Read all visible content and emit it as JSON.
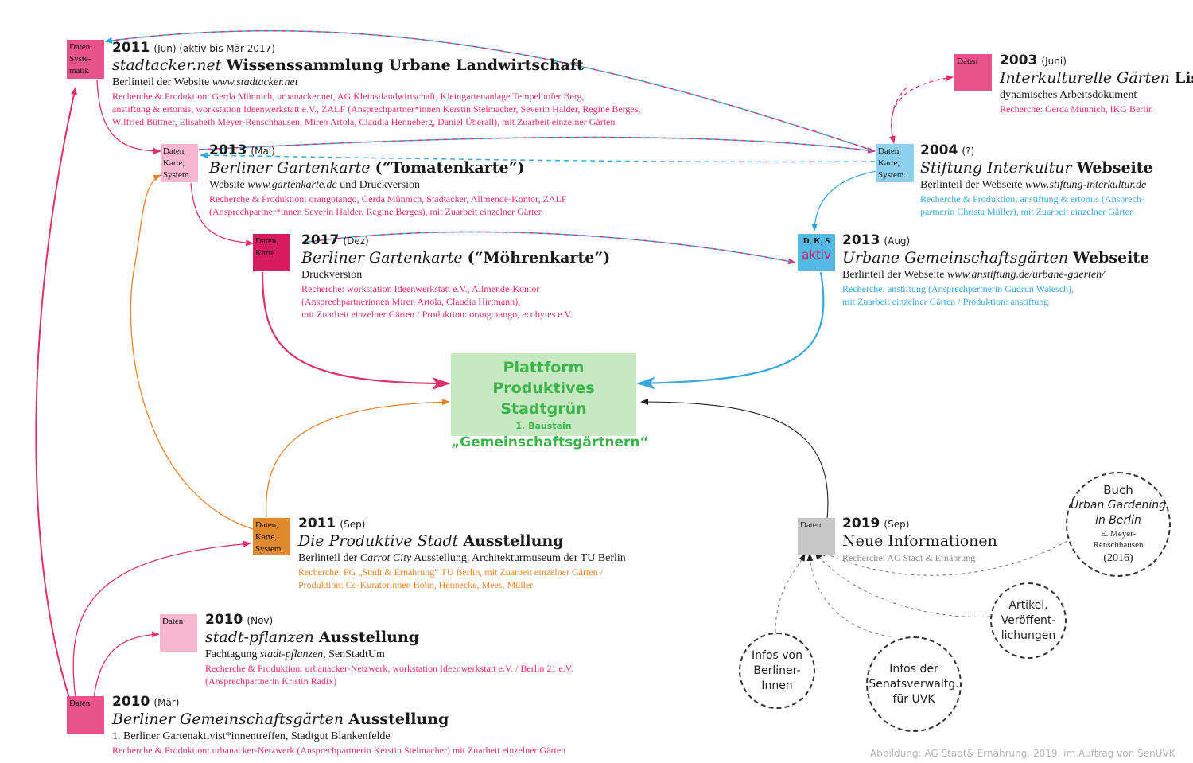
{
  "colors": {
    "pink": "#e0306e",
    "light_pink": "#f5b8cf",
    "crimson": "#d81b5c",
    "blue": "#55b9e5",
    "orange": "#e08a2e",
    "grey": "#c8c8c8",
    "green_box": "#c7e8c3",
    "green_text": "#3bb54a"
  },
  "platform": {
    "line1": "Plattform",
    "line2": "Produktives Stadtgrün",
    "line3": "1. Baustein",
    "line4": "„Gemeinschaftsgärtnern“"
  },
  "entries": {
    "stadtacker": {
      "box_l1": "Daten,",
      "box_l2": "Syste-",
      "box_l3": "matik",
      "year": "2011",
      "meta": "(Jun) (aktiv bis Mär 2017)",
      "title_it": "stadtacker.net",
      "title_bd": "Wissenssammlung Urbane Landwirtschaft",
      "desc": "Berlinteil der Website",
      "desc_it": "www.stadtacker.net",
      "credit1": "Recherche & Produktion: Gerda Münnich, urbanacker.net, AG Kleinstlandwirtschaft, Kleingartenanlage Tempelhofer Berg,",
      "credit2": "anstiftung & ertomis, workstation Ideenwerkstatt e.V., ZALF (Ansprechpartner*innen Kerstin Stelmacher, Severin Halder, Regine Berges,",
      "credit3": "Wilfried Büttner, Elisabeth Meyer-Renschhausen, Miren Artola, Claudia Henneberg, Daniel Überall), mit Zuarbeit einzelner Gärten"
    },
    "tomatenkarte": {
      "box_l1": "Daten,",
      "box_l2": "Karte,",
      "box_l3": "System.",
      "year": "2013",
      "meta": "(Mai)",
      "title_it": "Berliner Gartenkarte",
      "title_bd": "(“Tomatenkarte“)",
      "desc": "Website",
      "desc_it": "www.gartenkarte.de",
      "desc2": "und Druckversion",
      "credit1": "Recherche & Produktion: orangotango, Gerda Münnich, Stadtacker, Allmende-Kontor, ZALF",
      "credit2": "(Ansprechpartner*innen Severin Halder, Regine Berges), mit Zuarbeit einzelner Gärten"
    },
    "moehrenkarte": {
      "box_l1": "Daten,",
      "box_l2": "Karte",
      "year": "2017",
      "meta": "(Dez)",
      "title_it": "Berliner Gartenkarte",
      "title_bd": "(“Möhrenkarte“)",
      "desc": "Druckversion",
      "credit1": "Recherche: workstation Ideenwerkstatt e.V., Allmende-Kontor",
      "credit2": "(Ansprechpartnerinnen Miren Artola, Claudia Hirtmann),",
      "credit3": "mit Zuarbeit einzelner Gärten / Produktion: orangotango, ecobytes e.V."
    },
    "ikg": {
      "box_l1": "Daten",
      "year": "2003",
      "meta": "(Juni)",
      "title_it": "Interkulturelle Gärten",
      "title_bd": "Liste",
      "desc": "dynamisches Arbeitsdokument",
      "credit1": "Recherche: Gerda Münnich, IKG Berlin"
    },
    "interkultur": {
      "box_l1": "Daten,",
      "box_l2": "Karte,",
      "box_l3": "System.",
      "year": "2004",
      "meta": "(?)",
      "title_it": "Stiftung Interkultur",
      "title_bd": "Webseite",
      "desc": "Berlinteil der Webseite",
      "desc_it": "www.stiftung-interkultur.de",
      "credit1": "Recherche & Produktion: anstiftung & ertomis (Ansprech-",
      "credit2": "partnerin Christa Müller), mit Zuarbeit einzelner Gärten"
    },
    "anstiftung": {
      "box_l1": "D, K, S",
      "box_l2": "aktiv",
      "year": "2013",
      "meta": "(Aug)",
      "title_it": "Urbane Gemeinschaftsgärten",
      "title_bd": "Webseite",
      "desc": "Berlinteil der Webseite",
      "desc_it": "www.anstiftung.de/urbane-gaerten/",
      "credit1": "Recherche: anstiftung (Ansprechpartnerin Gudrun Walesch),",
      "credit2": "mit Zuarbeit einzelner Gärten / Produktion: anstiftung"
    },
    "produktive_stadt": {
      "box_l1": "Daten,",
      "box_l2": "Karte,",
      "box_l3": "System.",
      "year": "2011",
      "meta": "(Sep)",
      "title_it": "Die Produktive Stadt",
      "title_bd": "Ausstellung",
      "desc": "Berlinteil der",
      "desc_it": "Carrot City",
      "desc2": "Ausstellung, Architekturmuseum der TU Berlin",
      "credit1": "Recherche: FG „Stadt & Ernährung“ TU Berlin, mit Zuarbeit einzelner Gärten /",
      "credit2": "Produktion: Co-Kuratorinnen Bohn, Hennecke, Mees, Müller"
    },
    "stadt_pflanzen": {
      "box_l1": "Daten",
      "year": "2010",
      "meta": "(Nov)",
      "title_it": "stadt-pflanzen",
      "title_bd": "Ausstellung",
      "desc": "Fachtagung",
      "desc_it": "stadt-pflanzen",
      "desc2": ", SenStadtUm",
      "credit1": "Recherche & Produktion: urbanacker-Netzwerk, workstation Ideenwerkstatt e.V. / Berlin 21 e.V.",
      "credit2": "(Ansprechpartnerin Kristin Radix)"
    },
    "gemeinschaftsgaerten_2010": {
      "box_l1": "Daten",
      "year": "2010",
      "meta": "(Mär)",
      "title_it": "Berliner Gemeinschaftsgärten",
      "title_bd": "Ausstellung",
      "desc": "1. Berliner Gartenaktivist*innentreffen, Stadtgut Blankenfelde",
      "credit1": "Recherche & Produktion: urbanacker-Netzwerk (Ansprechpartnerin Kerstin Stelmacher) mit Zuarbeit einzelner Gärten"
    },
    "neue_info": {
      "box_l1": "Daten",
      "year": "2019",
      "meta": "(Sep)",
      "title": "Neue Informationen",
      "credit1": "Recherche: AG Stadt & Ernährung"
    }
  },
  "sources": {
    "buch": {
      "l1": "Buch",
      "l2": "Urban Gardening",
      "l3": "in Berlin",
      "l4": "E. Meyer-",
      "l5": "Renschhausen",
      "l6": "(2016)"
    },
    "artikel": {
      "l1": "Artikel,",
      "l2": "Veröffent-",
      "l3": "lichungen"
    },
    "senat": {
      "l1": "Infos der",
      "l2": "Senatsverwaltg.",
      "l3": "für UVK"
    },
    "berliner": {
      "l1": "Infos von",
      "l2": "Berliner-",
      "l3": "Innen"
    }
  },
  "footer": "Abbildung: AG Stadt& Ernährung, 2019, im Auftrag von SenUVK"
}
